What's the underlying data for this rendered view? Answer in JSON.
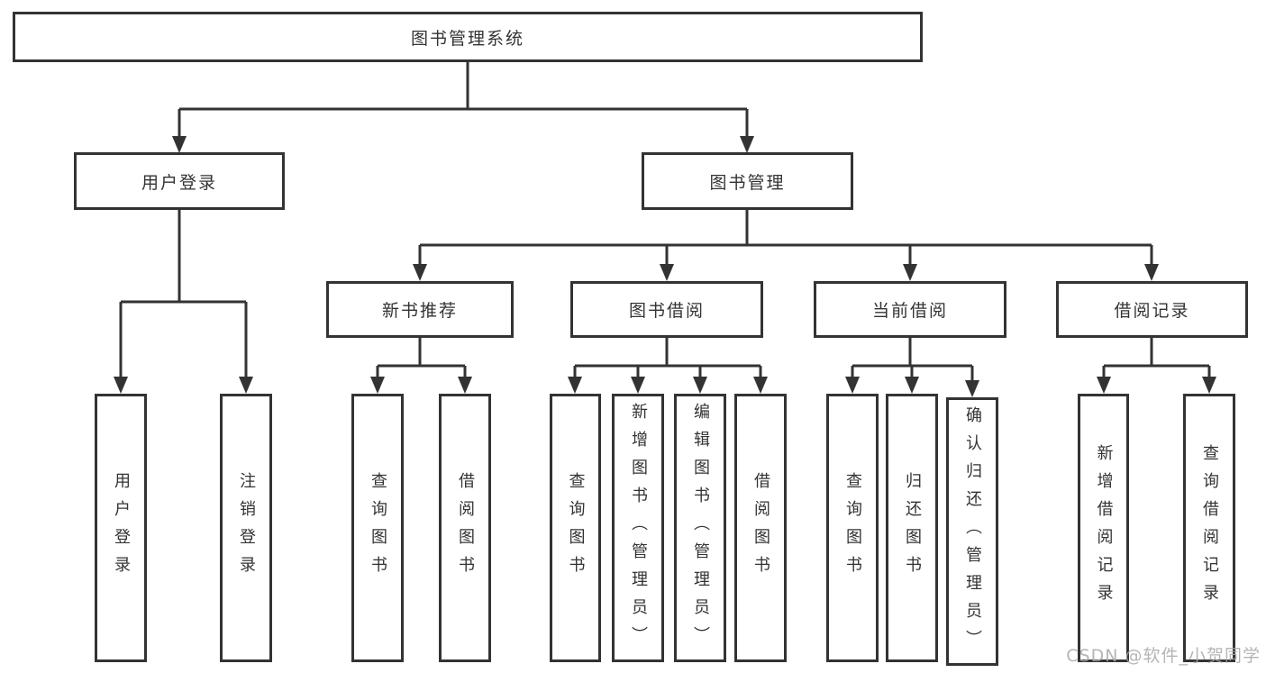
{
  "diagram": {
    "title": "图书管理系统",
    "level2": [
      "用户登录",
      "图书管理"
    ],
    "level3": [
      "新书推荐",
      "图书借阅",
      "当前借阅",
      "借阅记录"
    ],
    "leaves": {
      "user": [
        "用户登录",
        "注销登录"
      ],
      "recommend": [
        "查询图书",
        "借阅图书"
      ],
      "borrow": [
        "查询图书",
        "新增图书（管理员）",
        "编辑图书（管理员）",
        "借阅图书"
      ],
      "current": [
        "查询图书",
        "归还图书",
        "确认归还（管理员）"
      ],
      "records": [
        "新增借阅记录",
        "查询借阅记录"
      ]
    },
    "watermark": "CSDN @软件_小贺同学",
    "colors": {
      "line": "#333333",
      "text": "#333333",
      "box_background": "#ffffff",
      "watermark": "#a9a9a9"
    }
  }
}
